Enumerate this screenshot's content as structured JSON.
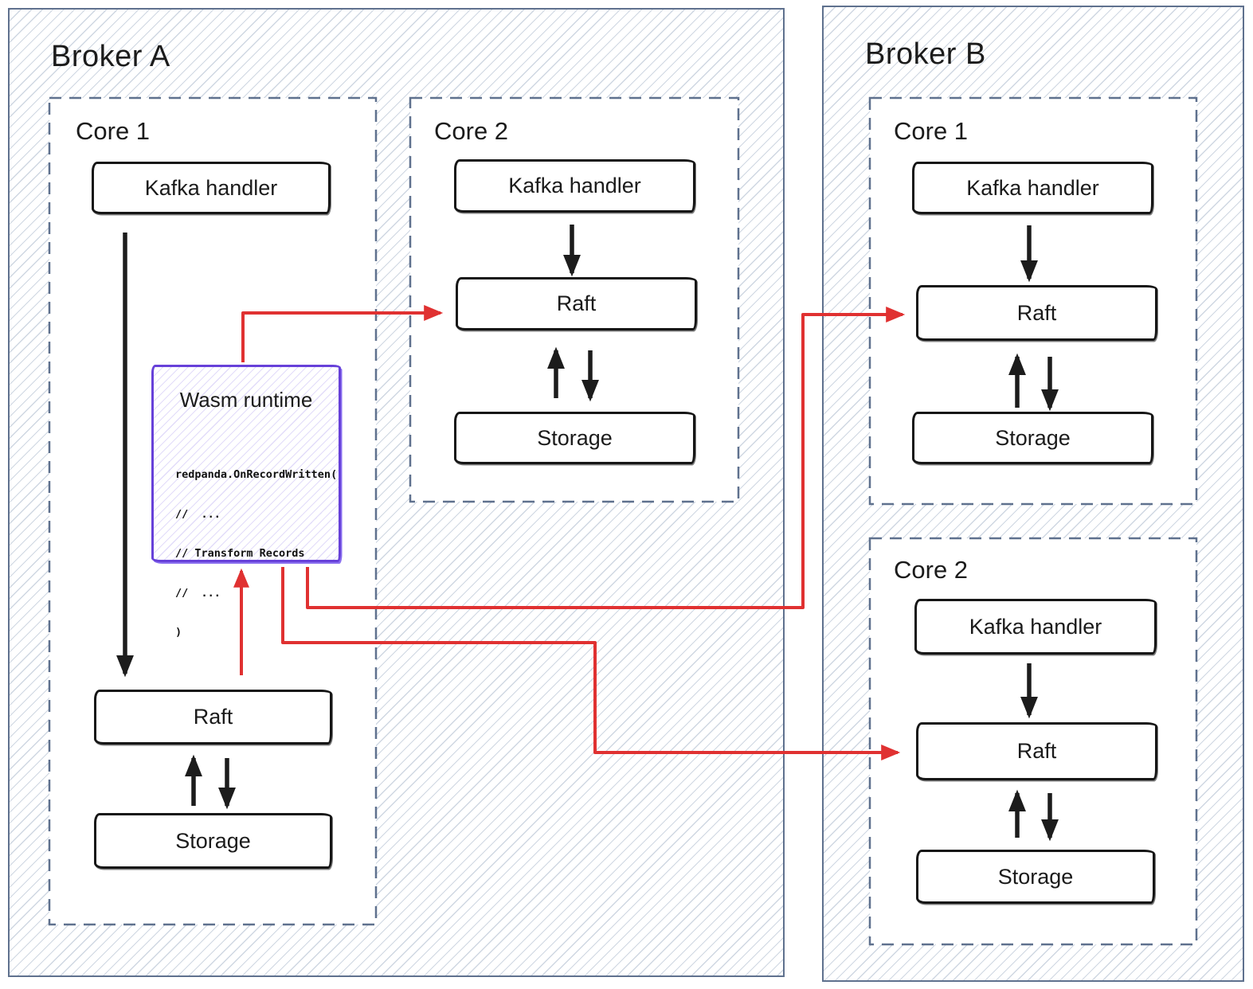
{
  "diagram": {
    "broker_a": {
      "title": "Broker A",
      "core1": {
        "title": "Core 1",
        "kafka": "Kafka handler",
        "raft": "Raft",
        "storage": "Storage"
      },
      "core2": {
        "title": "Core 2",
        "kafka": "Kafka handler",
        "raft": "Raft",
        "storage": "Storage"
      }
    },
    "broker_b": {
      "title": "Broker B",
      "core1": {
        "title": "Core 1",
        "kafka": "Kafka handler",
        "raft": "Raft",
        "storage": "Storage"
      },
      "core2": {
        "title": "Core 2",
        "kafka": "Kafka handler",
        "raft": "Raft",
        "storage": "Storage"
      }
    },
    "wasm": {
      "title": "Wasm runtime",
      "code": [
        "redpanda.OnRecordWritten(",
        "//  ...",
        "// Transform Records",
        "//  ...",
        ")"
      ]
    },
    "colors": {
      "arrow_red": "#e03131",
      "wasm_purple": "#6741d9",
      "frame_slate": "#5f718e",
      "hatch_blue": "#a8b6ca",
      "ink": "#1b1b1b"
    }
  }
}
